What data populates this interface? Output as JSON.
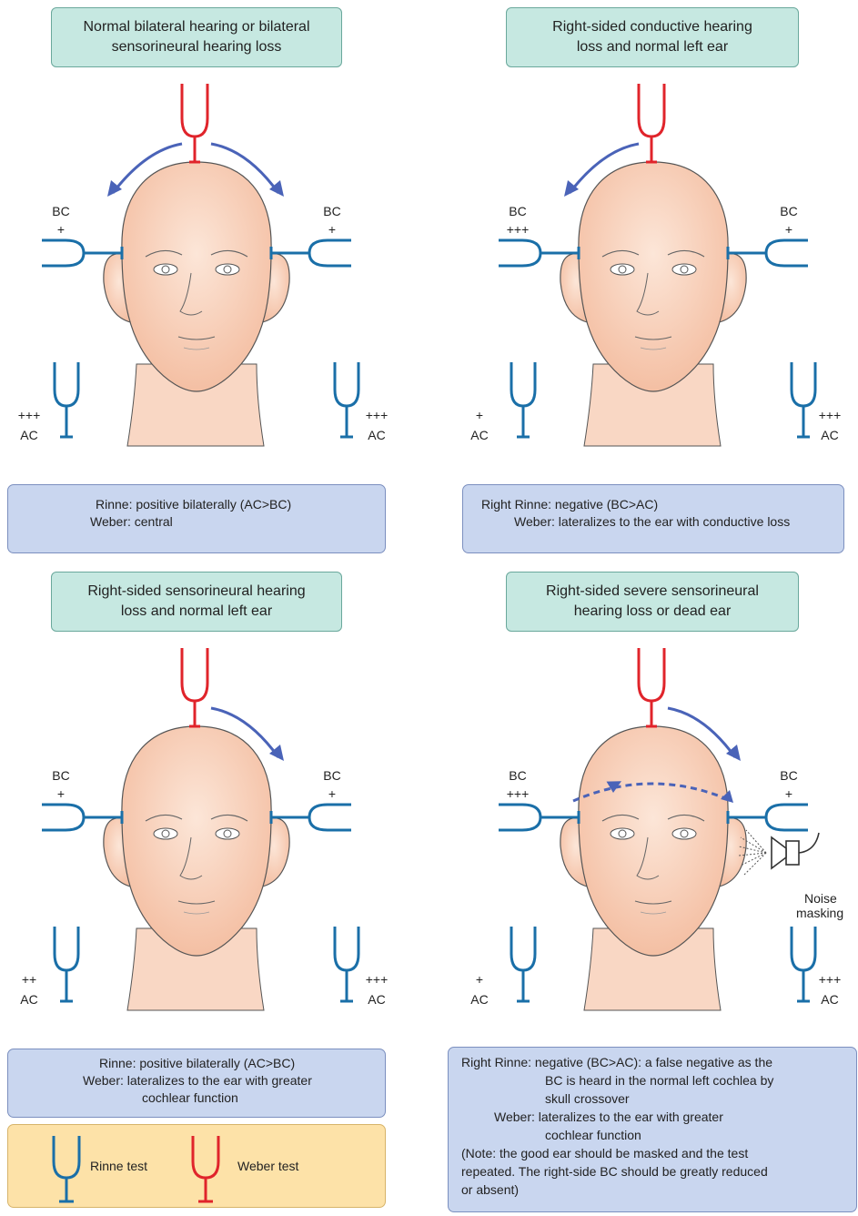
{
  "panels": [
    {
      "title_line1": "Normal bilateral hearing or bilateral",
      "title_line2": "sensorineural hearing loss",
      "bc_left": "BC",
      "bc_left_level": "+",
      "bc_right": "BC",
      "bc_right_level": "+",
      "ac_left_level": "+++",
      "ac_left": "AC",
      "ac_right_level": "+++",
      "ac_right": "AC",
      "info_lines": [
        "Rinne:  positive bilaterally (AC>BC)",
        "Weber:  central"
      ]
    },
    {
      "title_line1": "Right-sided conductive hearing",
      "title_line2": "loss and normal left ear",
      "bc_left": "BC",
      "bc_left_level": "+++",
      "bc_right": "BC",
      "bc_right_level": "+",
      "ac_left_level": "+",
      "ac_left": "AC",
      "ac_right_level": "+++",
      "ac_right": "AC",
      "info_lines": [
        "Right Rinne: negative (BC>AC)",
        "Weber:  lateralizes to the ear with conductive loss"
      ]
    },
    {
      "title_line1": "Right-sided sensorineural hearing",
      "title_line2": "loss and normal left ear",
      "bc_left": "BC",
      "bc_left_level": "+",
      "bc_right": "BC",
      "bc_right_level": "+",
      "ac_left_level": "++",
      "ac_left": "AC",
      "ac_right_level": "+++",
      "ac_right": "AC",
      "info_lines": [
        "Rinne:  positive bilaterally (AC>BC)",
        "Weber:  lateralizes to the ear with greater",
        "cochlear function"
      ]
    },
    {
      "title_line1": "Right-sided severe sensorineural",
      "title_line2": "hearing loss or dead ear",
      "bc_left": "BC",
      "bc_left_level": "+++",
      "bc_right": "BC",
      "bc_right_level": "+",
      "ac_left_level": "+",
      "ac_left": "AC",
      "ac_right_level": "+++",
      "ac_right": "AC",
      "noise_line1": "Noise",
      "noise_line2": "masking",
      "info_lines": [
        "Right Rinne: negative (BC>AC): a false negative as the",
        "BC is heard in the normal left cochlea by",
        "skull crossover",
        "Weber:  lateralizes to the ear with greater",
        "cochlear function",
        "(Note: the good ear should be masked and the test",
        "repeated. The right-side BC should be greatly reduced",
        "or absent)"
      ]
    }
  ],
  "legend": {
    "rinne": "Rinne test",
    "weber": "Weber test"
  },
  "colors": {
    "rinne_fork": "#1a6fa8",
    "weber_fork": "#e0242b",
    "arrow": "#4a63b8",
    "skin": "#f9d7c4",
    "title_fill": "#c6e8e1",
    "info_fill": "#c9d6ef",
    "legend_fill": "#fde2a8"
  }
}
